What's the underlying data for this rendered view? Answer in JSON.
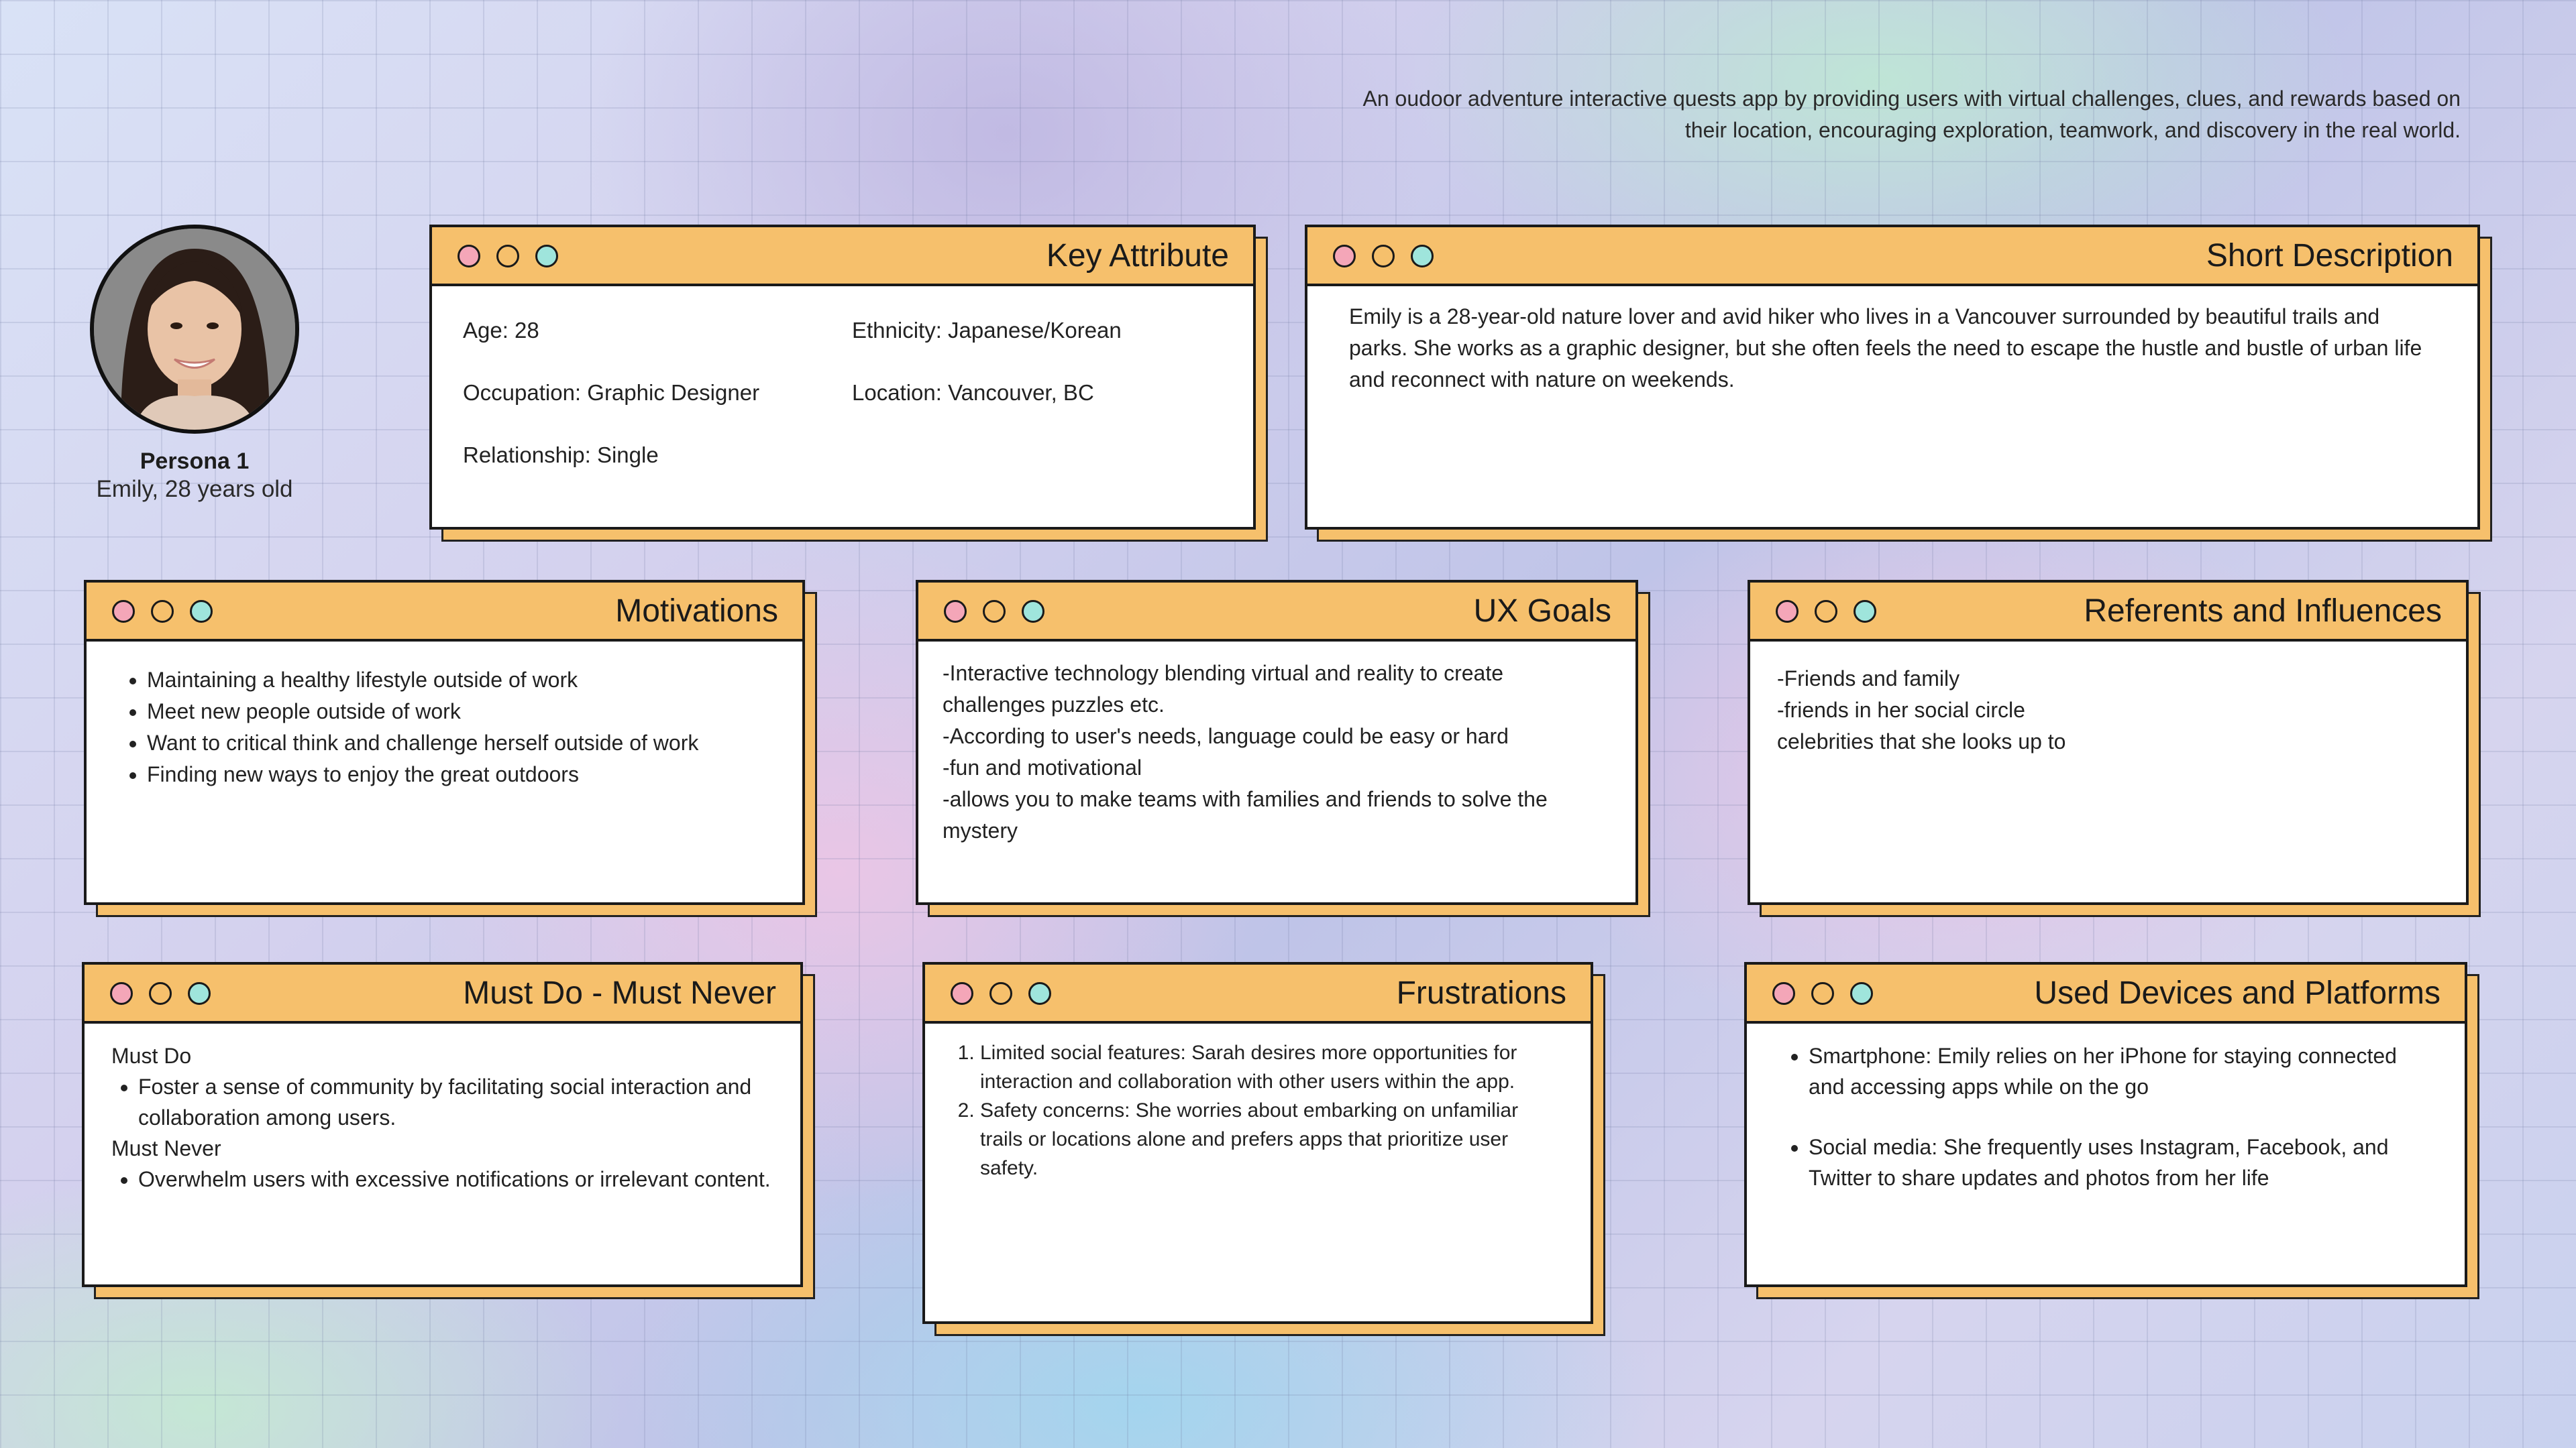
{
  "tagline": "An oudoor adventure interactive quests app by providing users with virtual challenges, clues, and rewards based on their location, encouraging exploration, teamwork, and discovery in the real world.",
  "persona": {
    "label": "Persona 1",
    "subtitle": "Emily, 28 years old"
  },
  "colors": {
    "card_bar": "#f6c06c",
    "dot_pink": "#f4a6b8",
    "dot_teal": "#9fe5dc",
    "border": "#1a1a1a"
  },
  "key_attribute": {
    "title": "Key Attribute",
    "age": "Age:  28",
    "ethnicity": "Ethnicity: Japanese/Korean",
    "occupation": "Occupation:   Graphic Designer",
    "location": "Location: Vancouver, BC",
    "relationship": "Relationship:  Single"
  },
  "short_description": {
    "title": "Short Description",
    "text": "Emily is a 28-year-old nature lover and avid hiker who lives in a  Vancouver surrounded by beautiful trails and parks. She works as a graphic designer, but she often feels the need to escape the hustle and bustle of urban life and reconnect with nature on weekends."
  },
  "motivations": {
    "title": "Motivations",
    "items": [
      "Maintaining a healthy lifestyle outside of work",
      "Meet new people outside of work",
      "Want to critical think and challenge herself outside of work",
      "Finding new ways to enjoy the great outdoors"
    ]
  },
  "ux_goals": {
    "title": "UX Goals",
    "lines": [
      "-Interactive technology blending virtual and reality to create challenges puzzles etc.",
      "-According to user's needs, language could be easy or hard",
      "-fun and motivational",
      "-allows you to make teams with families and friends to solve the mystery"
    ]
  },
  "referents": {
    "title": "Referents and Influences",
    "lines": [
      "-Friends and family",
      "-friends in her social circle",
      "celebrities that she looks up to"
    ]
  },
  "must_do": {
    "title": "Must Do - Must Never",
    "do_label": "Must Do",
    "do_item": "Foster a sense of community by facilitating social interaction and collaboration among users.",
    "never_label": "Must Never",
    "never_item": "Overwhelm users with excessive notifications or irrelevant content."
  },
  "frustrations": {
    "title": "Frustrations",
    "items": [
      "Limited social features: Sarah desires more opportunities for interaction and collaboration with other users within the app.",
      "Safety concerns: She worries about embarking on unfamiliar trails or locations alone and prefers apps that prioritize user safety."
    ]
  },
  "devices": {
    "title": "Used Devices and Platforms",
    "items": [
      "Smartphone: Emily relies on her iPhone for staying connected and accessing apps while on the go",
      "Social media: She frequently uses Instagram, Facebook, and Twitter to share updates and photos from her life"
    ]
  }
}
